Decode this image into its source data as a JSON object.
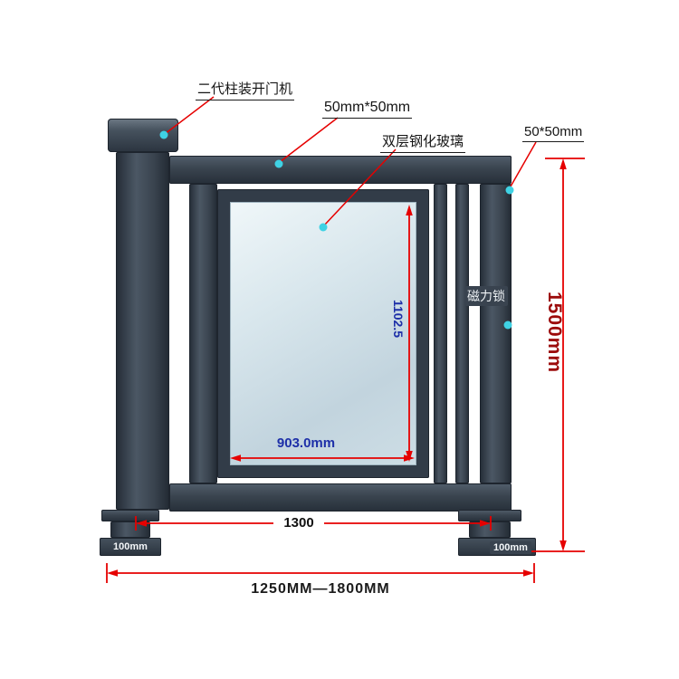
{
  "ann": {
    "opener": "二代柱装开门机",
    "top_tube": "50mm*50mm",
    "glass": "双层钢化玻璃",
    "right_tube": "50*50mm",
    "maglock": "磁力锁"
  },
  "dims": {
    "glass_height": "1102.5",
    "glass_width": "903.0mm",
    "total_height": "1500mm",
    "clear_span": "1300",
    "left_foot_width": "100mm",
    "right_foot_width": "100mm",
    "width_range": "1250MM—1800MM"
  },
  "colors": {
    "steel": "#39434f",
    "steel_dark": "#232b34",
    "glass_fill": "#cfdfe8",
    "dimension_red": "#e60000",
    "dimension_navy": "#1d2fa8",
    "height_label_red": "#9c0b0b",
    "marker_cyan": "#3fd2e4"
  }
}
